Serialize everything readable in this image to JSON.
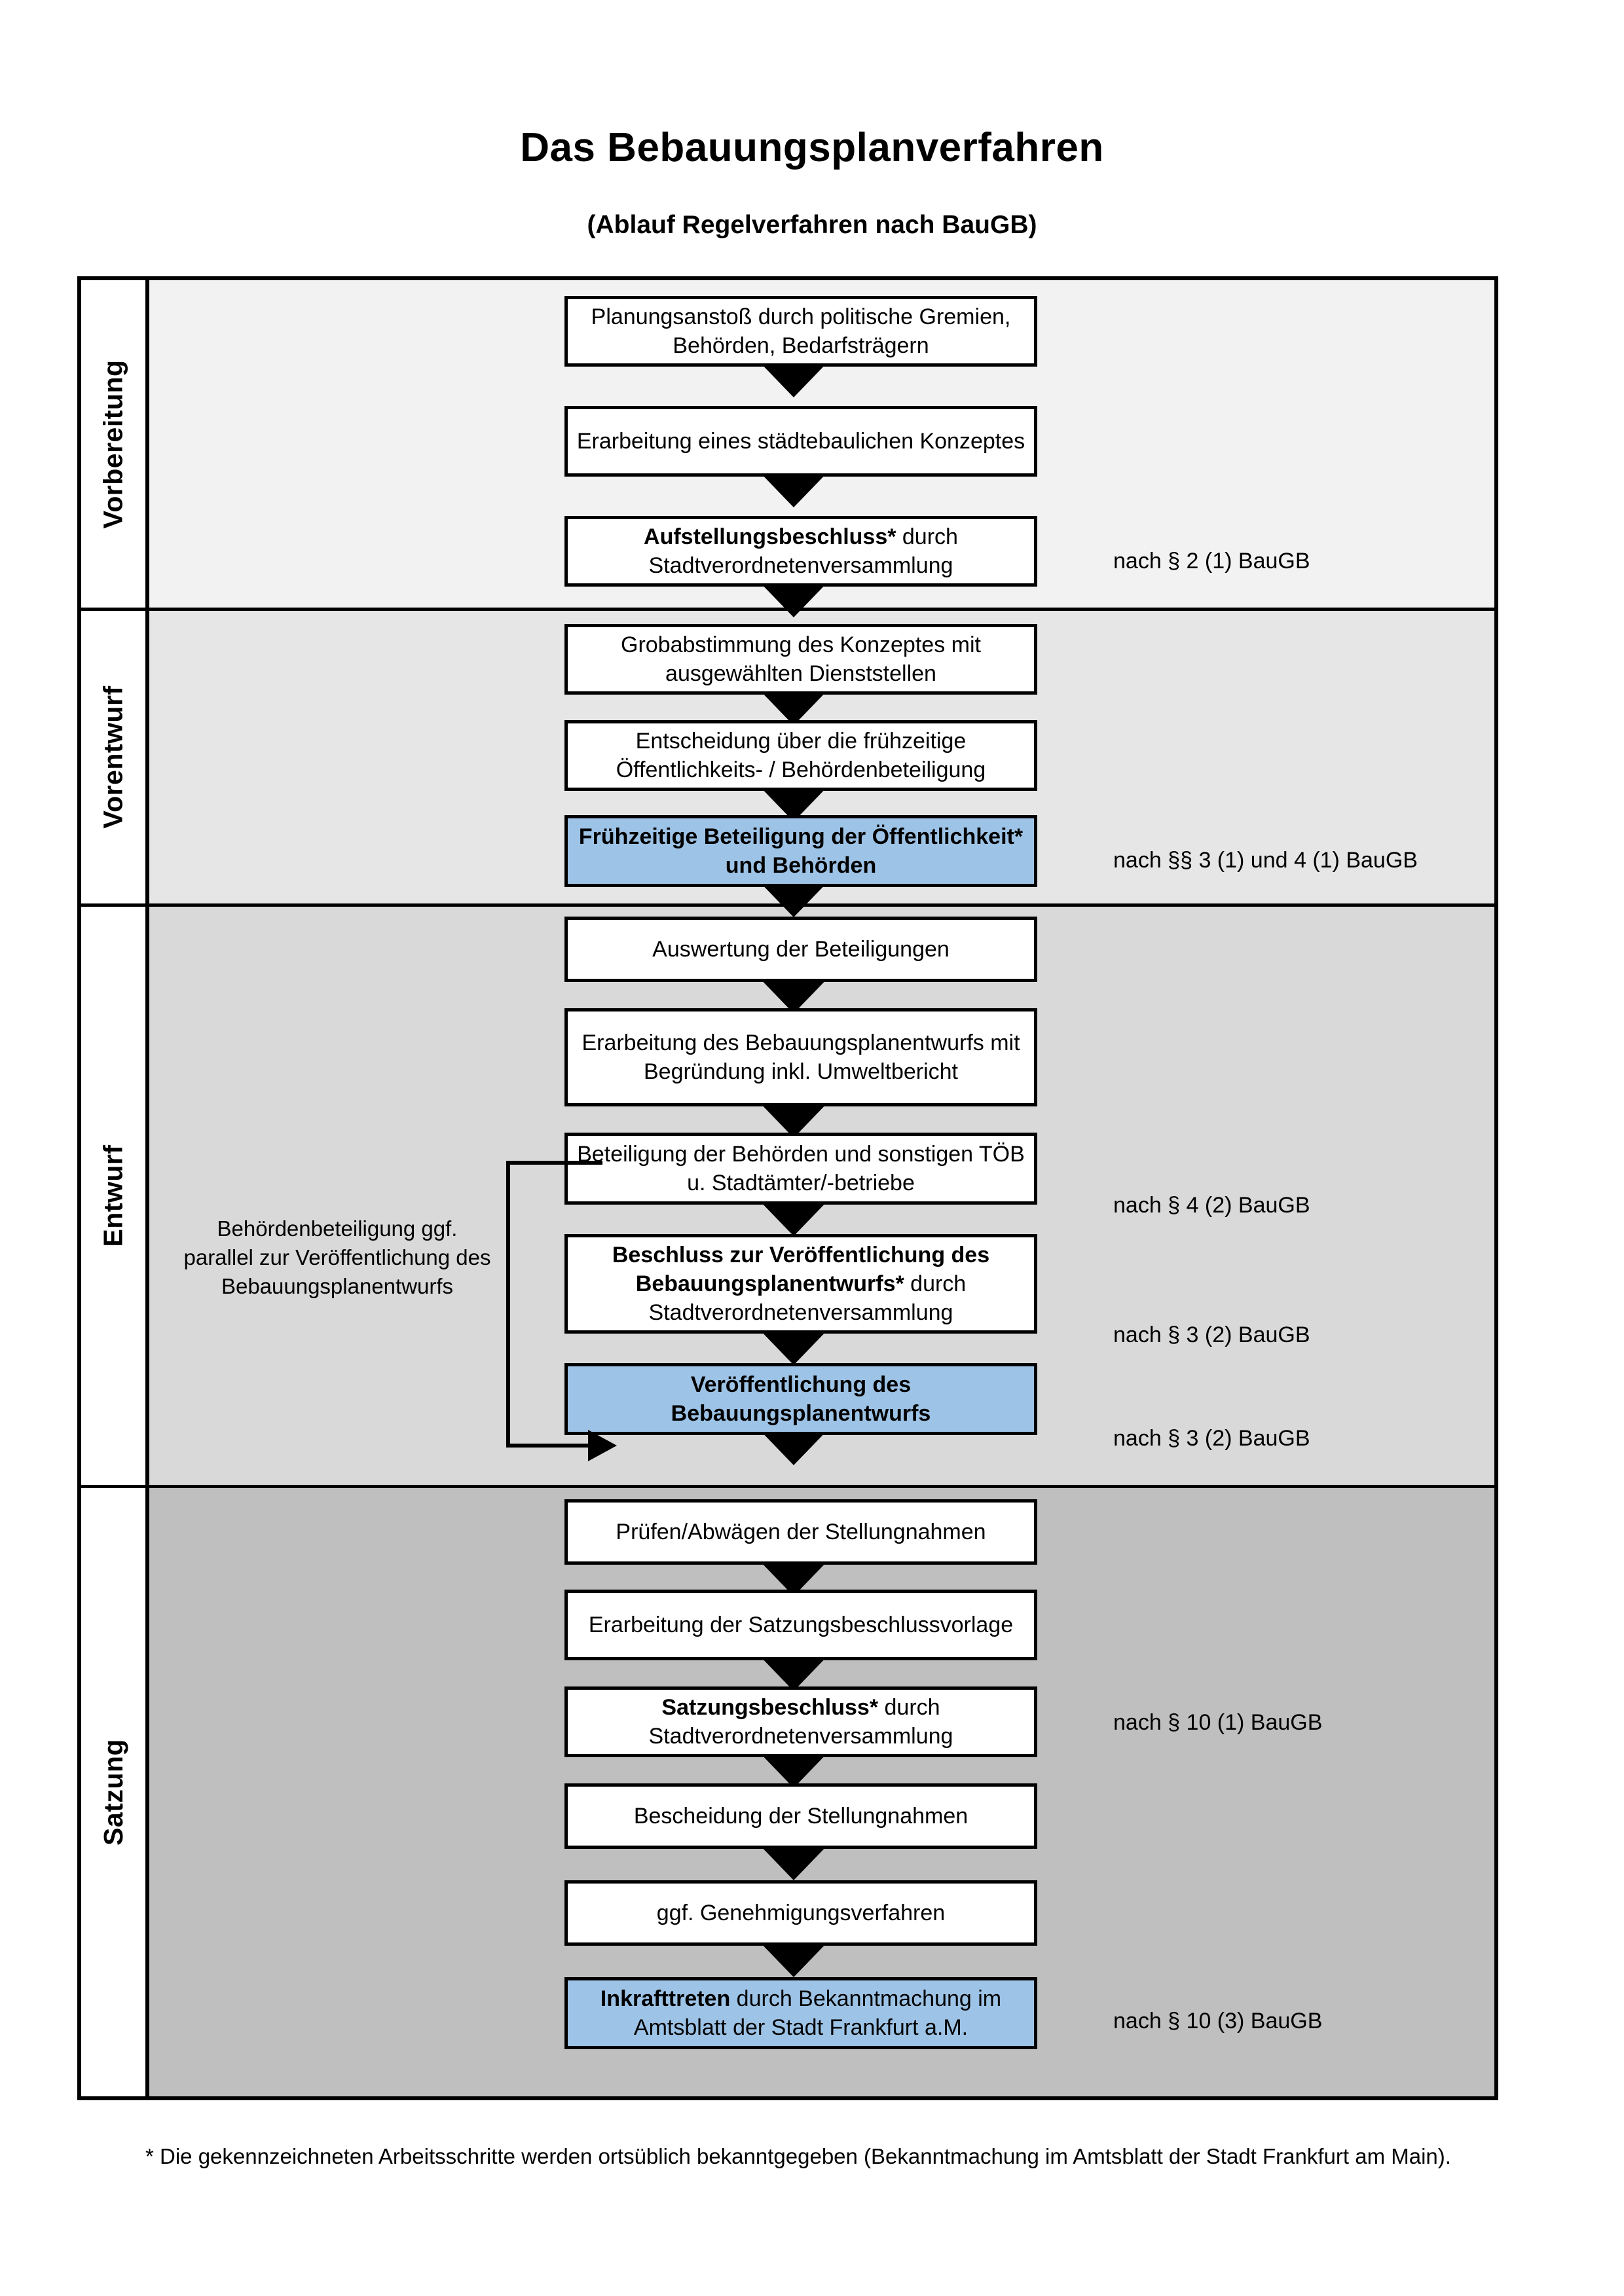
{
  "document": {
    "title": "Das Bebauungsplanverfahren",
    "subtitle": "(Ablauf Regelverfahren nach BauGB)",
    "footnote": "* Die gekennzeichneten Arbeitsschritte werden ortsüblich bekanntgegeben (Bekanntmachung im Amtsblatt  der Stadt Frankfurt am Main)."
  },
  "colors": {
    "highlight_box": "#9dc3e6",
    "band_vorbereitung": "#f2f2f2",
    "band_vorentwurf": "#e6e6e6",
    "band_entwurf": "#d9d9d9",
    "band_satzung": "#bfbfbf",
    "border": "#000000"
  },
  "phases": [
    {
      "label": "Vorbereitung"
    },
    {
      "label": "Vorentwurf"
    },
    {
      "label": "Entwurf"
    },
    {
      "label": "Satzung"
    }
  ],
  "side_note": "Behördenbeteiligung ggf. parallel zur Veröffentlichung des Bebauungsplanentwurfs",
  "steps": [
    {
      "id": "planungsanstoss",
      "phase": "Vorbereitung",
      "text": "Planungsanstoß durch politische Gremien, Behörden, Bedarfsträgern",
      "bold": "",
      "rest": "",
      "highlight": false
    },
    {
      "id": "staedtebauliches-konzept",
      "phase": "Vorbereitung",
      "text": "Erarbeitung eines städtebaulichen Konzeptes",
      "bold": "",
      "rest": "",
      "highlight": false
    },
    {
      "id": "aufstellungsbeschluss",
      "phase": "Vorbereitung",
      "text": "Aufstellungsbeschluss* durch Stadtverordnetenversammlung",
      "bold": "Aufstellungsbeschluss*",
      "rest": " durch Stadtverordnetenversammlung",
      "highlight": false
    },
    {
      "id": "grobabstimmung",
      "phase": "Vorentwurf",
      "text": "Grobabstimmung des Konzeptes mit ausgewählten Dienststellen",
      "bold": "",
      "rest": "",
      "highlight": false
    },
    {
      "id": "entscheidung-fruehzeitige-beteiligung",
      "phase": "Vorentwurf",
      "text": "Entscheidung über die frühzeitige Öffentlichkeits- / Behördenbeteiligung",
      "bold": "",
      "rest": "",
      "highlight": false
    },
    {
      "id": "fruehzeitige-beteiligung",
      "phase": "Vorentwurf",
      "text": "Frühzeitige Beteiligung der Öffentlichkeit* und Behörden",
      "bold": "Frühzeitige Beteiligung der Öffentlichkeit* und Behörden",
      "rest": "",
      "highlight": true
    },
    {
      "id": "auswertung-beteiligungen",
      "phase": "Entwurf",
      "text": "Auswertung der Beteiligungen",
      "bold": "",
      "rest": "",
      "highlight": false
    },
    {
      "id": "erarbeitung-entwurf",
      "phase": "Entwurf",
      "text": "Erarbeitung des Bebauungsplanentwurfs mit Begründung inkl. Umweltbericht",
      "bold": "",
      "rest": "",
      "highlight": false
    },
    {
      "id": "beteiligung-behoerden-toeb",
      "phase": "Entwurf",
      "text": "Beteiligung der Behörden und sonstigen TÖB u. Stadtämter/-betriebe",
      "bold": "",
      "rest": "",
      "highlight": false
    },
    {
      "id": "beschluss-veroeffentlichung",
      "phase": "Entwurf",
      "text": "Beschluss zur Veröffentlichung des Bebauungsplanentwurfs* durch Stadtverordnetenversammlung",
      "bold": "Beschluss zur Veröffentlichung des Bebauungsplanentwurfs*",
      "rest": " durch Stadtverordnetenversammlung",
      "highlight": false
    },
    {
      "id": "veroeffentlichung-entwurf",
      "phase": "Entwurf",
      "text": "Veröffentlichung des Bebauungsplanentwurfs",
      "bold": "Veröffentlichung des Bebauungsplanentwurfs",
      "rest": "",
      "highlight": true
    },
    {
      "id": "pruefen-abwaegen",
      "phase": "Satzung",
      "text": "Prüfen/Abwägen der Stellungnahmen",
      "bold": "",
      "rest": "",
      "highlight": false
    },
    {
      "id": "satzungsbeschlussvorlage",
      "phase": "Satzung",
      "text": "Erarbeitung der Satzungsbeschlussvorlage",
      "bold": "",
      "rest": "",
      "highlight": false
    },
    {
      "id": "satzungsbeschluss",
      "phase": "Satzung",
      "text": "Satzungsbeschluss* durch Stadtverordnetenversammlung",
      "bold": "Satzungsbeschluss*",
      "rest": " durch Stadtverordnetenversammlung",
      "highlight": false
    },
    {
      "id": "bescheidung-stellungnahmen",
      "phase": "Satzung",
      "text": "Bescheidung der Stellungnahmen",
      "bold": "",
      "rest": "",
      "highlight": false
    },
    {
      "id": "genehmigungsverfahren",
      "phase": "Satzung",
      "text": "ggf. Genehmigungsverfahren",
      "bold": "",
      "rest": "",
      "highlight": false
    },
    {
      "id": "inkrafttreten",
      "phase": "Satzung",
      "text": "Inkrafttreten durch Bekanntmachung im Amtsblatt der Stadt Frankfurt a.M.",
      "bold": "Inkrafttreten",
      "rest": " durch Bekanntmachung im Amtsblatt der Stadt Frankfurt a.M.",
      "highlight": true
    }
  ],
  "legal_references": [
    {
      "id": "ref-aufstellungsbeschluss",
      "text": "nach § 2 (1) BauGB"
    },
    {
      "id": "ref-fruehzeitige-beteiligung",
      "text": "nach §§ 3 (1) und 4 (1) BauGB"
    },
    {
      "id": "ref-behoerdenbeteiligung",
      "text": "nach § 4 (2) BauGB"
    },
    {
      "id": "ref-beschluss-veroeffentlichung",
      "text": "nach § 3 (2) BauGB"
    },
    {
      "id": "ref-veroeffentlichung",
      "text": "nach § 3 (2) BauGB"
    },
    {
      "id": "ref-satzungsbeschluss",
      "text": "nach § 10 (1) BauGB"
    },
    {
      "id": "ref-inkrafttreten",
      "text": "nach § 10 (3) BauGB"
    }
  ]
}
